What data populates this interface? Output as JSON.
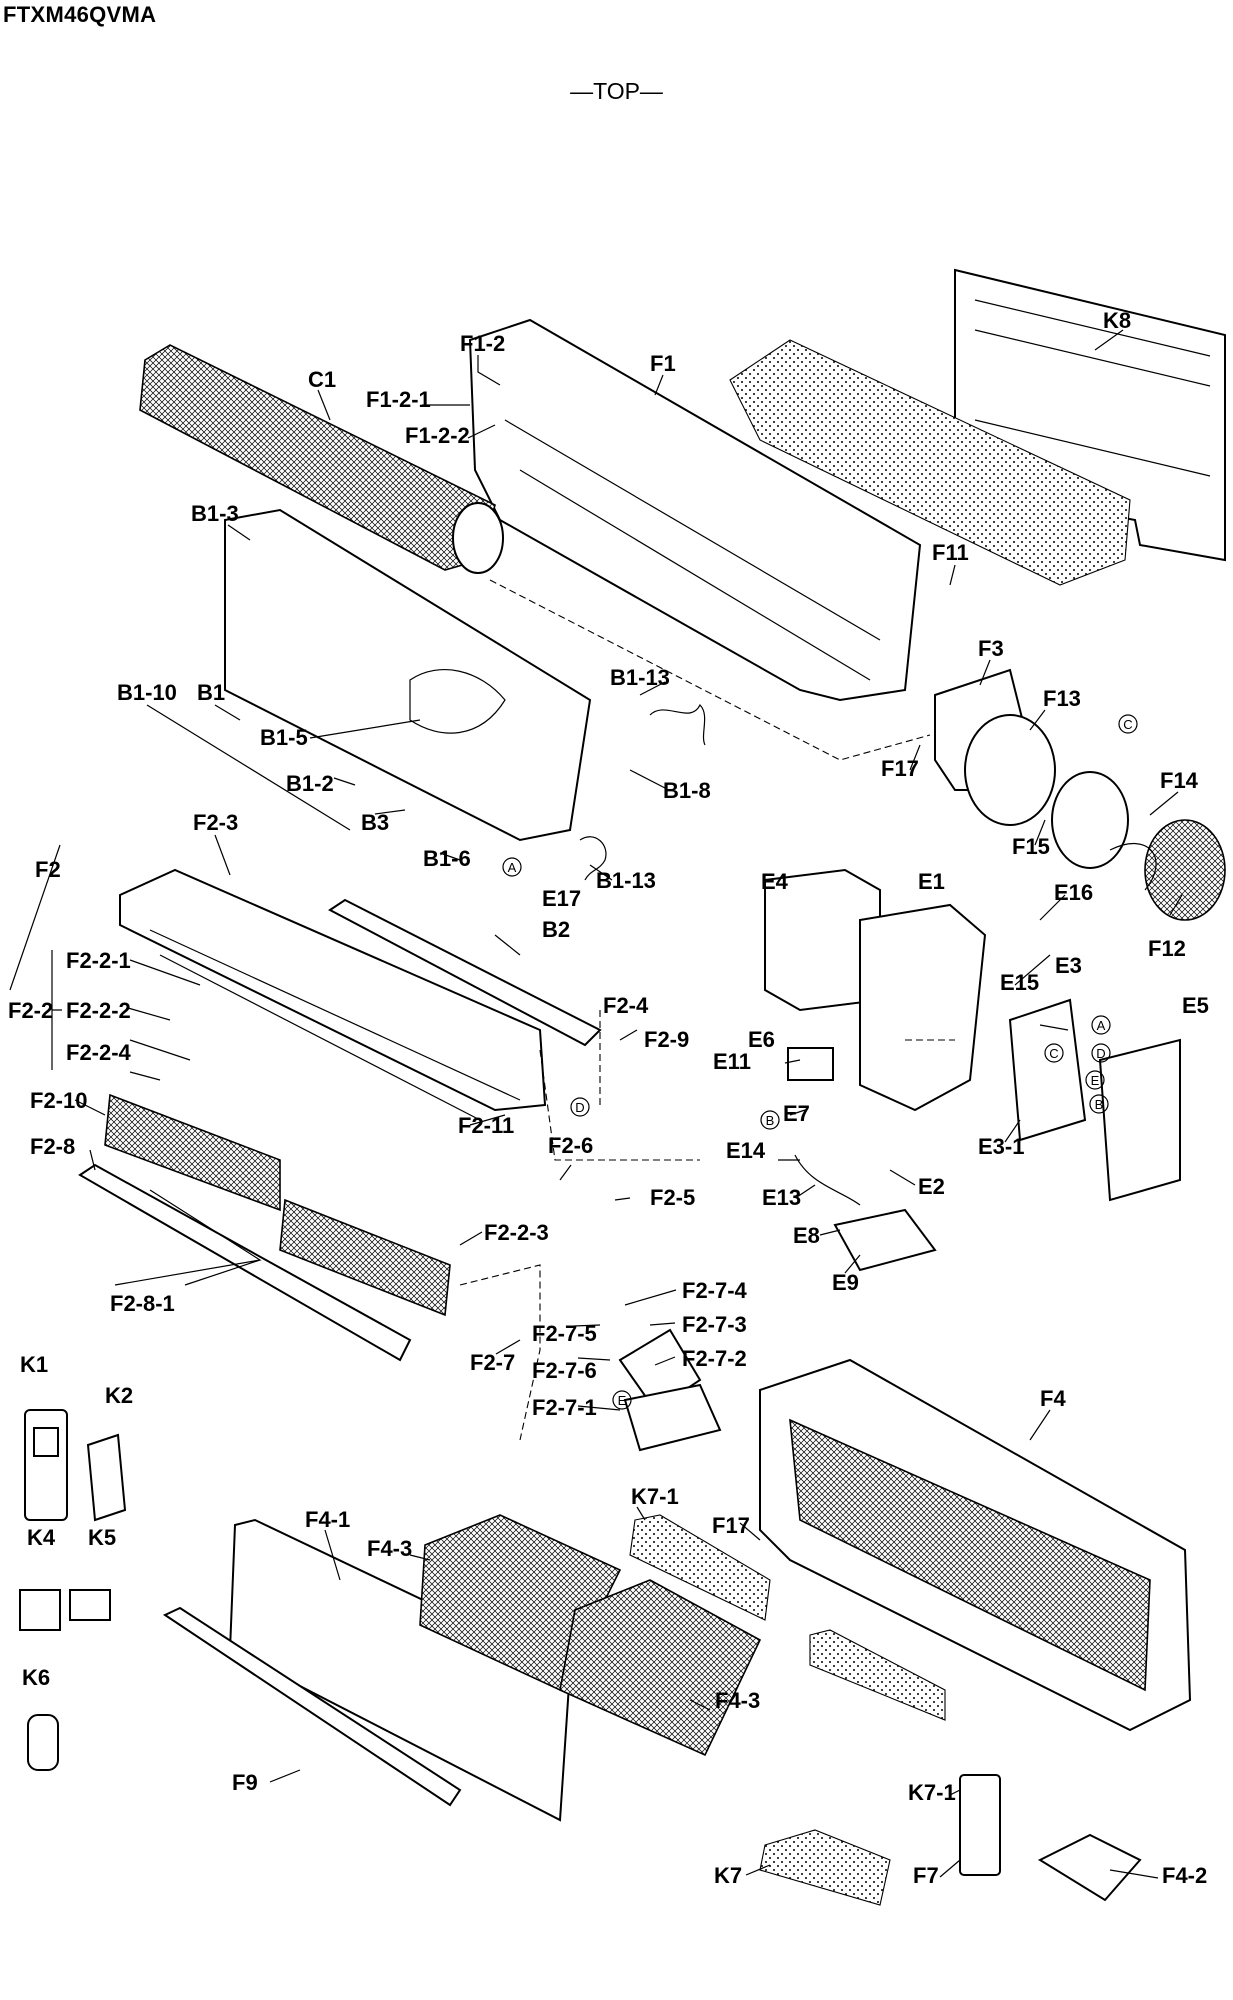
{
  "model": "FTXM46QVMA",
  "view": "—TOP—",
  "labels": {
    "K8": "K8",
    "F1_2": "F1-2",
    "F1": "F1",
    "C1": "C1",
    "F1_2_1": "F1-2-1",
    "F1_2_2": "F1-2-2",
    "B1_3": "B1-3",
    "F11": "F11",
    "F3": "F3",
    "F13": "F13",
    "B1_10": "B1-10",
    "B1": "B1",
    "B1_13a": "B1-13",
    "B1_5": "B1-5",
    "B1_8": "B1-8",
    "F17a": "F17",
    "F14": "F14",
    "B1_2": "B1-2",
    "F15": "F15",
    "B3": "B3",
    "F2_3": "F2-3",
    "B1_6": "B1-6",
    "F2": "F2",
    "B1_13b": "B1-13",
    "E16": "E16",
    "E17": "E17",
    "E4": "E4",
    "E1": "E1",
    "B2": "B2",
    "F12": "F12",
    "F2_2_1": "F2-2-1",
    "E15": "E15",
    "E3": "E3",
    "F2_4": "F2-4",
    "F2_2": "F2-2",
    "F2_2_2": "F2-2-2",
    "E5": "E5",
    "F2_9": "F2-9",
    "E6": "E6",
    "F2_2_4": "F2-2-4",
    "E11": "E11",
    "F2_10": "F2-10",
    "E7": "E7",
    "F2_11": "F2-11",
    "F2_8": "F2-8",
    "E3_1": "E3-1",
    "F2_6": "F2-6",
    "E14": "E14",
    "E2": "E2",
    "E13": "E13",
    "F2_5": "F2-5",
    "E8": "E8",
    "F2_2_3": "F2-2-3",
    "E9": "E9",
    "F2_8_1": "F2-8-1",
    "F2_7_4": "F2-7-4",
    "F2_7_5": "F2-7-5",
    "F2_7_3": "F2-7-3",
    "K1": "K1",
    "F2_7": "F2-7",
    "F2_7_6": "F2-7-6",
    "F2_7_2": "F2-7-2",
    "K2": "K2",
    "F2_7_1": "F2-7-1",
    "F4": "F4",
    "K7_1a": "K7-1",
    "F17b": "F17",
    "K4": "K4",
    "K5": "K5",
    "F4_1": "F4-1",
    "F4_3a": "F4-3",
    "K6": "K6",
    "F4_3b": "F4-3",
    "F9": "F9",
    "K7_1b": "K7-1",
    "K7": "K7",
    "F7": "F7",
    "F4_2": "F4-2"
  },
  "connectors": {
    "A": "A",
    "B": "B",
    "C": "C",
    "D": "D",
    "E": "E"
  }
}
